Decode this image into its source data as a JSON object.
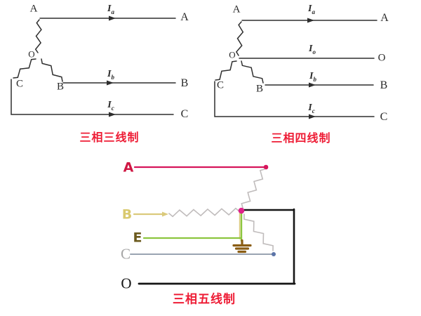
{
  "ink": "#2a2a2a",
  "three_wire": {
    "caption": "三相三线制",
    "caption_color": "#ee1c35",
    "source_labels": {
      "a": "A",
      "o": "O",
      "b": "B",
      "c": "C"
    },
    "line_end_labels": {
      "a": "A",
      "b": "B",
      "c": "C"
    },
    "currents": {
      "ia": {
        "base": "I",
        "sub": "a"
      },
      "ib": {
        "base": "I",
        "sub": "b"
      },
      "ic": {
        "base": "I",
        "sub": "c"
      }
    }
  },
  "four_wire": {
    "caption": "三相四线制",
    "caption_color": "#ee1c35",
    "source_labels": {
      "a": "A",
      "o": "O",
      "b": "B",
      "c": "C"
    },
    "line_end_labels": {
      "a": "A",
      "o": "O",
      "b": "B",
      "c": "C"
    },
    "currents": {
      "ia": {
        "base": "I",
        "sub": "a"
      },
      "io": {
        "base": "I",
        "sub": "o"
      },
      "ib": {
        "base": "I",
        "sub": "b"
      },
      "ic": {
        "base": "I",
        "sub": "c"
      }
    }
  },
  "five_wire": {
    "caption": "三相五线制",
    "caption_color": "#ee1c35",
    "wire_labels": {
      "a": "A",
      "b": "B",
      "e": "E",
      "c": "C",
      "o": "O"
    },
    "colors": {
      "phase_a": "#d6155b",
      "phase_b": "#dbca7c",
      "earth": "#8cc63f",
      "phase_c": "#9aa4b2",
      "neutral": "#151515",
      "node_dot": "#e0218a",
      "phase_c_dot": "#5b74a8",
      "ground": "#8b5e14",
      "coil": "#c0bcbc",
      "label_a": "#cf1743",
      "label_b": "#d9c96e",
      "label_e": "#6b5a1e",
      "label_c": "#a6a6a6",
      "label_o": "#151515"
    }
  }
}
